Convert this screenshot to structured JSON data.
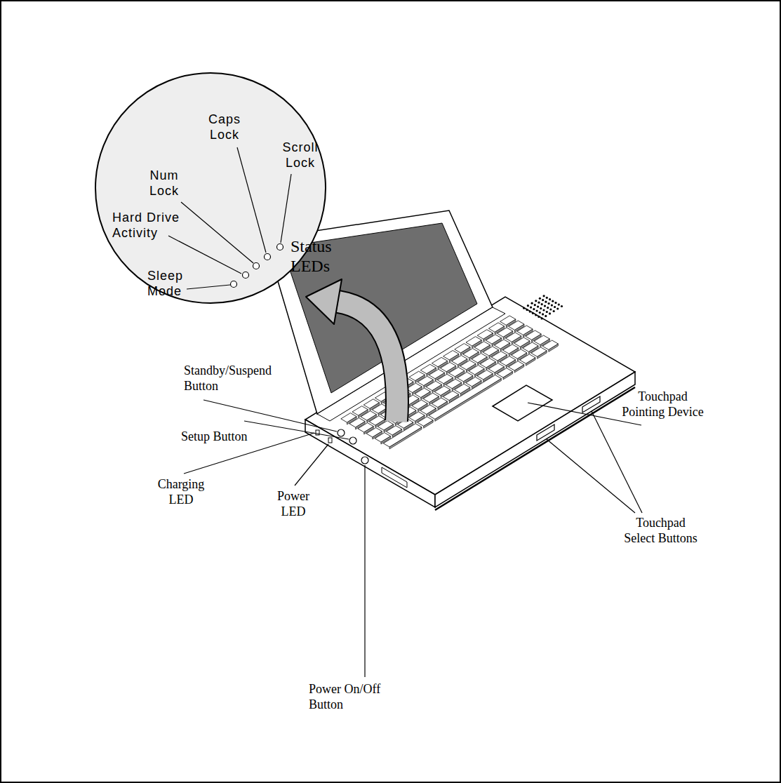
{
  "diagram": {
    "nodes": [
      {
        "text": [
          "Caps Lock",
          "Scroll Lock",
          "Num Lock",
          "Hard Drive Activity",
          "Status LEDs",
          "Sleep Mode"
        ]
      }
    ],
    "labels": [
      "Touchpad Pointing Device",
      "Standby/Suspend Button",
      "Setup Button",
      "Charging LED",
      "Power LED",
      "Power On/Off Button",
      "Touchpad Select Buttons"
    ]
  }
}
